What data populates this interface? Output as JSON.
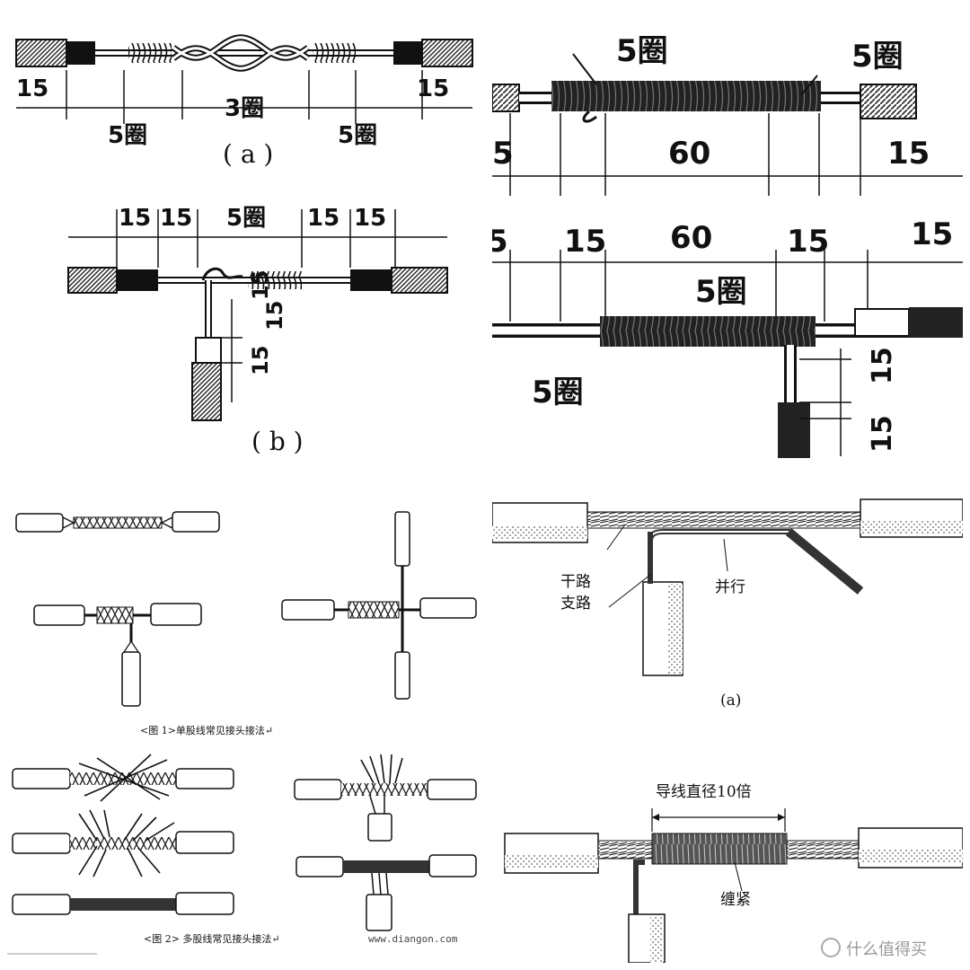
{
  "top_left": {
    "a": {
      "dims": {
        "left": "15",
        "right": "15",
        "center": "3圈",
        "left_turns": "5圈",
        "right_turns": "5圈"
      },
      "caption": "( a )"
    },
    "b": {
      "dims": [
        "15",
        "15",
        "5圈",
        "15",
        "15"
      ],
      "vertical": [
        "15",
        "15",
        "15"
      ],
      "caption": "( b )"
    }
  },
  "top_right": {
    "upper": {
      "turns_left": "5圈",
      "turns_right": "5圈",
      "d1": "5",
      "d2": "60",
      "d3": "15"
    },
    "lower": {
      "d0": "5",
      "d1": "15",
      "d2": "60",
      "d3": "15",
      "d4": "15",
      "turns_mid": "5圈",
      "turns_low": "5圈",
      "v1": "15",
      "v2": "15"
    }
  },
  "bottom_left": {
    "caption1": "<图 1>单股线常见接头接法↵",
    "caption2": "<图 2> 多股线常见接头接法↵",
    "watermark": "www.diangon.com"
  },
  "bottom_right": {
    "labels": {
      "main": "干路",
      "branch": "支路",
      "parallel": "并行",
      "caption": "(a)"
    },
    "lower": {
      "dimension": "导线直径10倍",
      "tighten": "缠紧"
    },
    "brand": "什么值得买"
  }
}
